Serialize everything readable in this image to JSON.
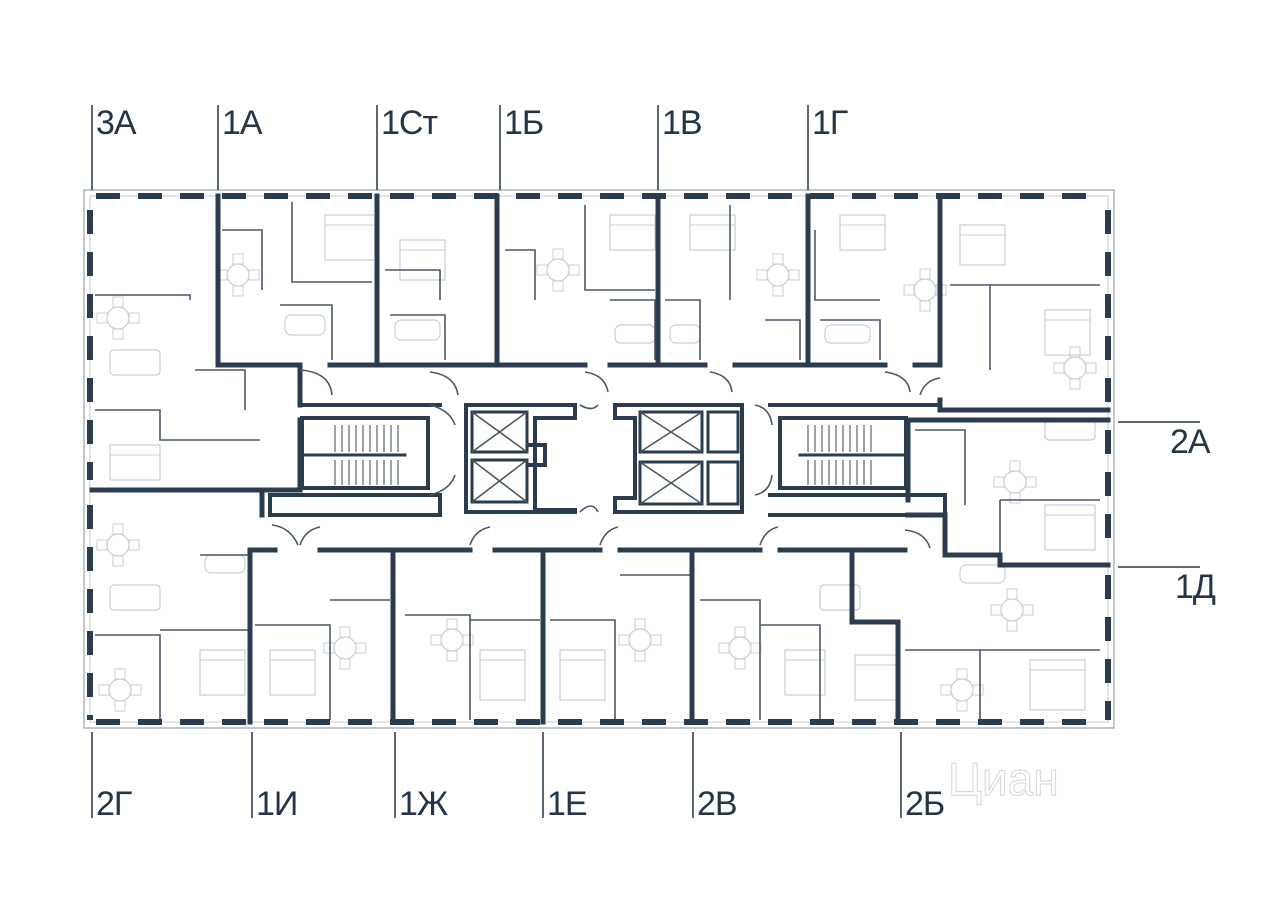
{
  "floor_plan": {
    "unit_labels": {
      "top": [
        "3А",
        "1А",
        "1Ст",
        "1Б",
        "1В",
        "1Г"
      ],
      "right": [
        "2А",
        "1Д"
      ],
      "bottom": [
        "2Г",
        "1И",
        "1Ж",
        "1Е",
        "2В",
        "2Б"
      ]
    },
    "watermark": "Циан",
    "colors": {
      "wall": "#2b3c4e",
      "label": "#253545",
      "furniture": "#c9ced3"
    }
  }
}
